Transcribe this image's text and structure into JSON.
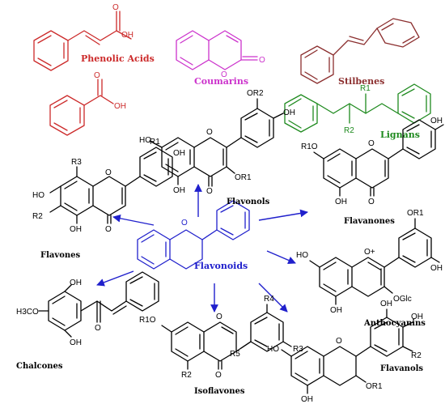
{
  "colors": {
    "phenolic": "#cc2a2a",
    "coumarin": "#cc33cc",
    "stilbene": "#8b2e2e",
    "lignan": "#1e8a1e",
    "flavonoid": "#2020cc",
    "black": "#000000",
    "arrow": "#2020cc"
  },
  "labels": {
    "phenolic": "Phenolic Acids",
    "coumarins": "Coumarins",
    "stilbenes": "Stilbenes",
    "lignans": "Lignans",
    "flavonoids": "Flavonoids",
    "flavonols": "Flavonols",
    "flavones": "Flavones",
    "flavanones": "Flavanones",
    "anthocyanins": "Anthocyanins",
    "chalcones": "Chalcones",
    "isoflavones": "Isoflavones",
    "flavanols": "Flavanols"
  },
  "atoms": {
    "oh": "OH",
    "ho": "HO",
    "o": "O",
    "or2": "OR2",
    "or1": "OR1",
    "r1": "R1",
    "r2": "R2",
    "r3": "R3",
    "r4": "R4",
    "r5": "R5",
    "r1o": "R1O",
    "h3co": "H3CO",
    "oplus": "O+",
    "oglc": "OGlc"
  }
}
